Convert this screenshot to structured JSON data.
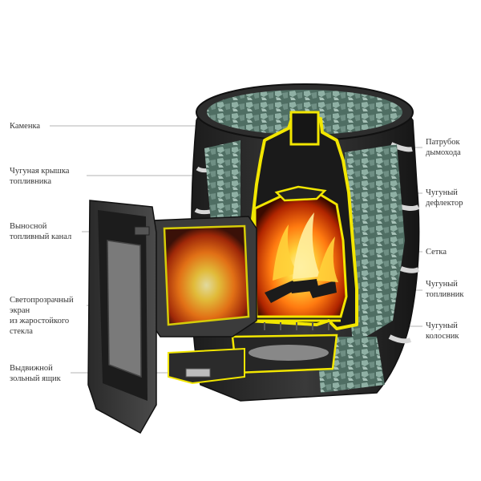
{
  "labels_left": [
    {
      "id": "kamenka",
      "lines": [
        "Каменка"
      ]
    },
    {
      "id": "lid",
      "lines": [
        "Чугуная крышка",
        "топливника"
      ]
    },
    {
      "id": "channel",
      "lines": [
        "Выносной",
        "топливный канал"
      ]
    },
    {
      "id": "glass",
      "lines": [
        "Светопрозрачный",
        "экран",
        "из жаростойкого",
        "стекла"
      ]
    },
    {
      "id": "ashbox",
      "lines": [
        "Выдвижной",
        "зольный ящик"
      ]
    }
  ],
  "labels_right": [
    {
      "id": "flue",
      "lines": [
        "Патрубок",
        "дымохода"
      ]
    },
    {
      "id": "deflector",
      "lines": [
        "Чугуный",
        "дефлектор"
      ]
    },
    {
      "id": "mesh",
      "lines": [
        "Сетка"
      ]
    },
    {
      "id": "firebox",
      "lines": [
        "Чугуный",
        "топливник"
      ]
    },
    {
      "id": "grate",
      "lines": [
        "Чугуный",
        "колосник"
      ]
    }
  ],
  "colors": {
    "body": "#2b2b2b",
    "highlight": "#f2e600",
    "stone": "#6f8f84",
    "fire": "#ff7a10",
    "leader": "#9a9a9a"
  }
}
